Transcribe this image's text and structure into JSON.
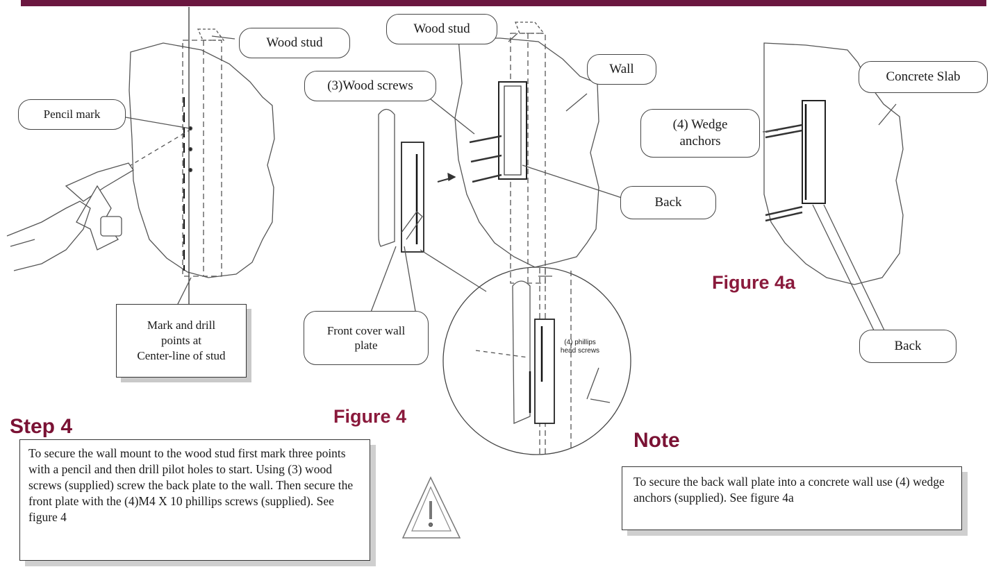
{
  "callouts": {
    "wood_stud_left": "Wood stud",
    "pencil_mark": "Pencil mark",
    "wood_stud_mid": "Wood stud",
    "wood_screws": "(3)Wood screws",
    "wall": "Wall",
    "back_mid": "Back",
    "front_cover_line1": "Front cover wall",
    "front_cover_line2": "plate",
    "concrete_slab": "Concrete Slab",
    "wedge_line1": "(4) Wedge",
    "wedge_line2": "anchors",
    "back_right": "Back",
    "phillips_line1": "(4) phillips",
    "phillips_line2": "head screws"
  },
  "mark_box": {
    "line1": "Mark and drill",
    "line2": "points at",
    "line3": "Center-line of stud"
  },
  "figures": {
    "fig4": "Figure 4",
    "fig4a": "Figure 4a"
  },
  "step": {
    "title": "Step 4",
    "text": "To secure the wall mount to the wood stud first mark three points with a pencil and then drill pilot holes to start. Using (3) wood screws (supplied) screw the back plate to the wall. Then secure the front plate with the (4)M4 X 10 phillips screws (supplied). See figure 4"
  },
  "note": {
    "title": "Note",
    "text": "To secure the back wall plate into a concrete wall use (4) wedge anchors (supplied). See figure 4a"
  },
  "colors": {
    "accent": "#6b1740",
    "heading": "#7a1234"
  }
}
